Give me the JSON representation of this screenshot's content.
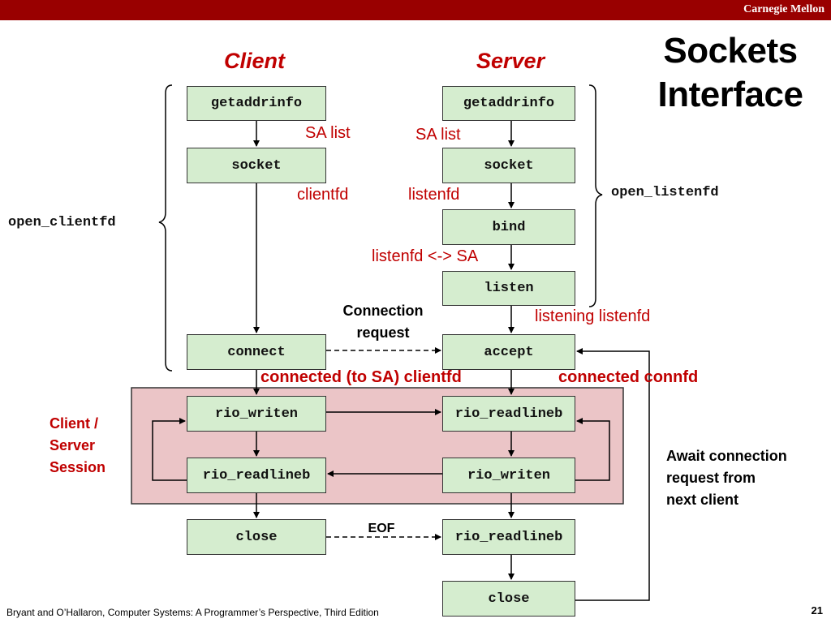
{
  "header": {
    "brand": "Carnegie Mellon"
  },
  "title": {
    "line1": "Sockets",
    "line2": "Interface"
  },
  "columns": {
    "client": "Client",
    "server": "Server"
  },
  "client": {
    "getaddrinfo": "getaddrinfo",
    "socket": "socket",
    "connect": "connect",
    "rio_writen": "rio_writen",
    "rio_readlineb": "rio_readlineb",
    "close": "close"
  },
  "server": {
    "getaddrinfo": "getaddrinfo",
    "socket": "socket",
    "bind": "bind",
    "listen": "listen",
    "accept": "accept",
    "rio_readlineb": "rio_readlineb",
    "rio_writen": "rio_writen",
    "rio_readlineb_eof": "rio_readlineb",
    "close": "close"
  },
  "labels": {
    "client_sa_list": "SA list",
    "server_sa_list": "SA list",
    "clientfd": "clientfd",
    "listenfd": "listenfd",
    "listenfd_sa": "listenfd <-> SA",
    "listening_listenfd": "listening listenfd",
    "connection_request_1": "Connection",
    "connection_request_2": "request",
    "connected_clientfd": "connected (to SA) clientfd",
    "connected_connfd": "connected connfd",
    "eof": "EOF"
  },
  "brackets": {
    "open_clientfd": "open_clientfd",
    "open_listenfd": "open_listenfd"
  },
  "session_label": {
    "line1": "Client /",
    "line2": "Server",
    "line3": "Session"
  },
  "await_note": {
    "line1": "Await connection",
    "line2": "request from",
    "line3": "next client"
  },
  "footer": {
    "citation": "Bryant and O’Hallaron, Computer Systems: A Programmer’s Perspective, Third Edition",
    "page": "21"
  },
  "colors": {
    "header": "#990000",
    "accent_red": "#c00000",
    "box_fill": "#d5edcf",
    "session_fill": "#ebc5c7"
  }
}
